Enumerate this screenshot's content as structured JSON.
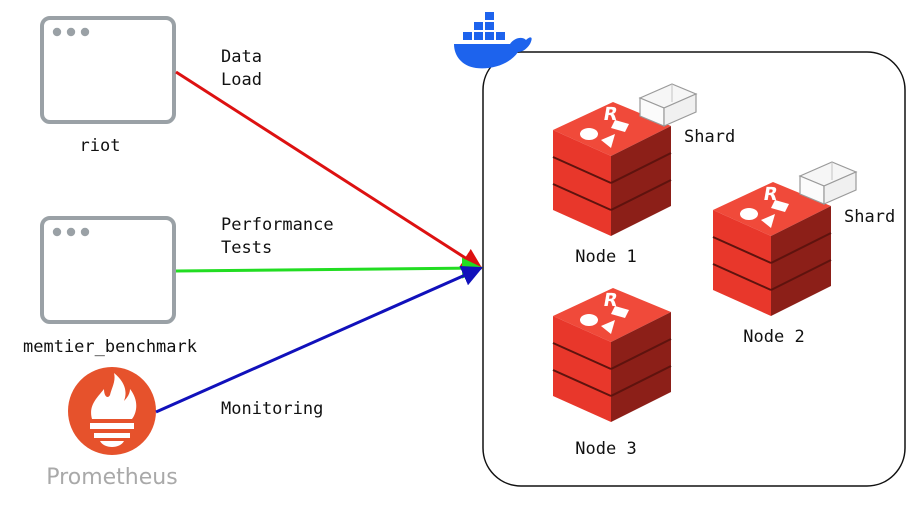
{
  "clients": [
    {
      "label": "riot"
    },
    {
      "label": "memtier_benchmark"
    }
  ],
  "prometheus": {
    "label": "Prometheus",
    "icon": "prometheus-torch-icon"
  },
  "docker": {
    "icon": "docker-whale-icon"
  },
  "arrows": [
    {
      "label_lines": [
        "Data",
        "Load"
      ],
      "color": "#dd1111"
    },
    {
      "label_lines": [
        "Performance",
        "Tests"
      ],
      "color": "#22dd22"
    },
    {
      "label_lines": [
        "Monitoring"
      ],
      "color": "#1111bb"
    }
  ],
  "nodes": [
    {
      "label": "Node 1",
      "shard": "Shard"
    },
    {
      "label": "Node 2",
      "shard": "Shard"
    },
    {
      "label": "Node 3",
      "shard": ""
    }
  ],
  "colors": {
    "redis_front": "#e8372b",
    "redis_top": "#f04a3a",
    "redis_side": "#8c1f18",
    "window_border": "#9aa1a6",
    "prometheus": "#e6522c",
    "docker": "#1d63ed"
  }
}
